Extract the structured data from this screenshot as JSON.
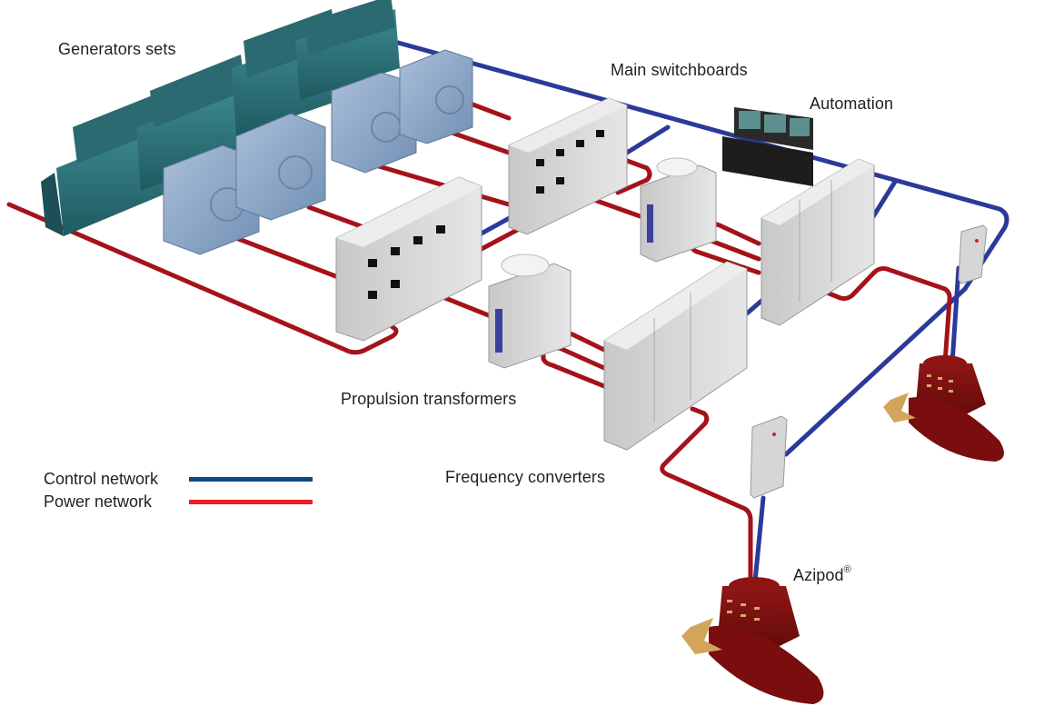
{
  "labels": {
    "generators": "Generators sets",
    "main_switchboards": "Main switchboards",
    "automation": "Automation",
    "propulsion_transformers": "Propulsion transformers",
    "frequency_converters": "Frequency converters",
    "azipod": "Azipod",
    "azipod_mark": "®"
  },
  "legend": {
    "items": [
      {
        "label": "Control network",
        "color": "#0d4a82"
      },
      {
        "label": "Power network",
        "color": "#ee1c25"
      }
    ]
  },
  "colors": {
    "control_cable": "#2b3a9a",
    "power_cable": "#a5121a",
    "engine": "#2e7077",
    "generator": "#8ca6c6",
    "cabinet": "#d9d9d9",
    "console": "#1d1d1d",
    "azipod": "#7a0d0d",
    "propeller": "#d2a55a"
  }
}
